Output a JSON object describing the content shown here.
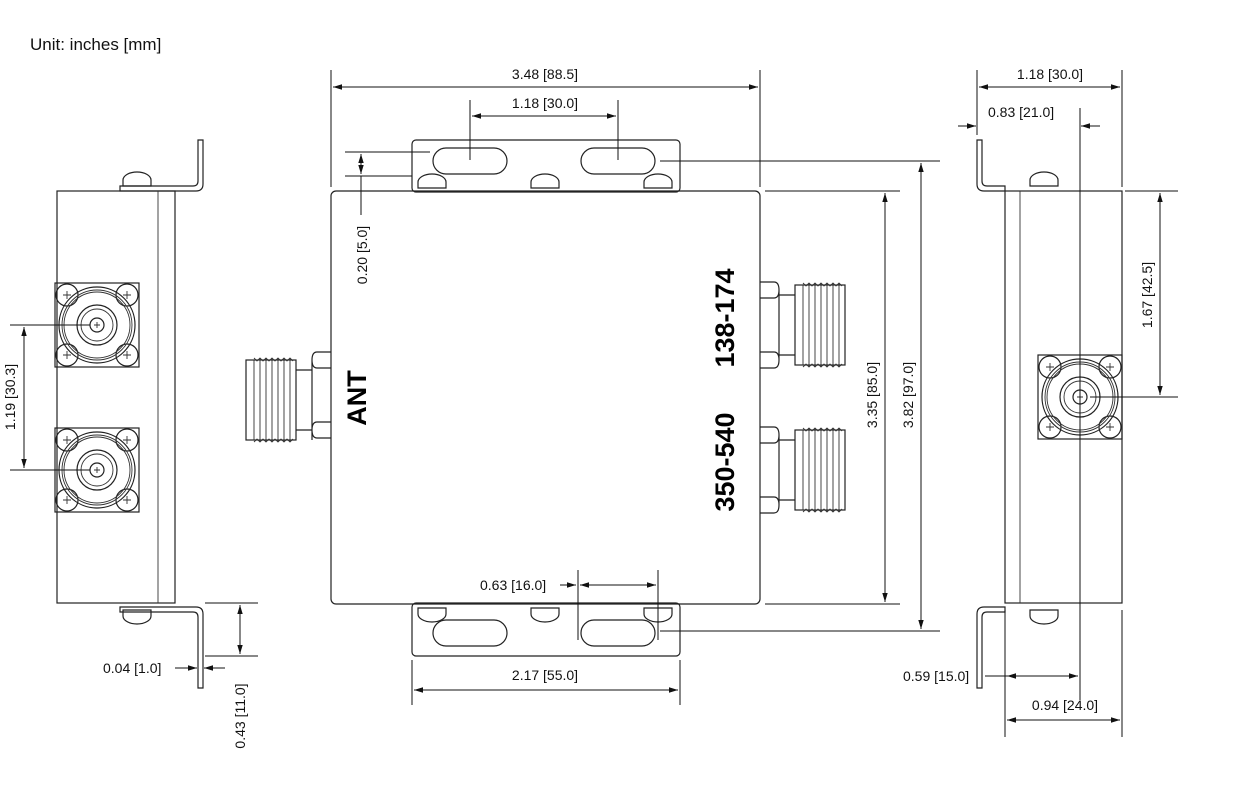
{
  "unit_label": "Unit: inches [mm]",
  "labels": {
    "ant": "ANT",
    "port1": "138-174",
    "port2": "350-540"
  },
  "dimensions": {
    "left_spacing": "1.19 [30.3]",
    "left_thickness": "0.04 [1.0]",
    "left_bracket_height": "0.43 [11.0]",
    "width_overall": "3.48 [88.5]",
    "slot_spacing_top": "1.18 [30.0]",
    "bracket_offset": "0.20 [5.0]",
    "body_height": "3.35 [85.0]",
    "overall_height": "3.82 [97.0]",
    "slot_spacing_bottom": "0.63 [16.0]",
    "bracket_width": "2.17 [55.0]",
    "right_width": "1.18 [30.0]",
    "right_center": "0.83 [21.0]",
    "right_connector_height": "1.67 [42.5]",
    "right_center_offset": "0.59 [15.0]",
    "right_depth": "0.94 [24.0]"
  }
}
